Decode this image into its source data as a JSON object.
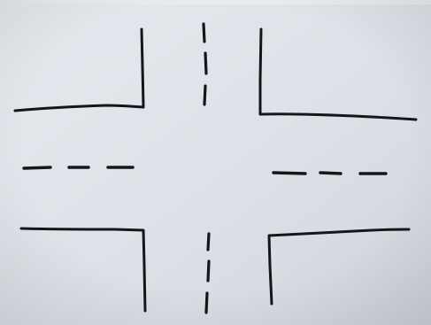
{
  "image": {
    "subject": "hand-drawn-road-intersection-sketch",
    "colors": {
      "paper": "#dfe3e9",
      "paper_shadow": "#c2c7cf",
      "ink": "#141618",
      "top_edge": "#e9ecef"
    },
    "elements": [
      "top-left-corner-kerb",
      "top-right-corner-kerb",
      "bottom-left-corner-kerb",
      "bottom-right-corner-kerb",
      "lane-divider-north",
      "lane-divider-south",
      "lane-divider-west",
      "lane-divider-east"
    ]
  }
}
